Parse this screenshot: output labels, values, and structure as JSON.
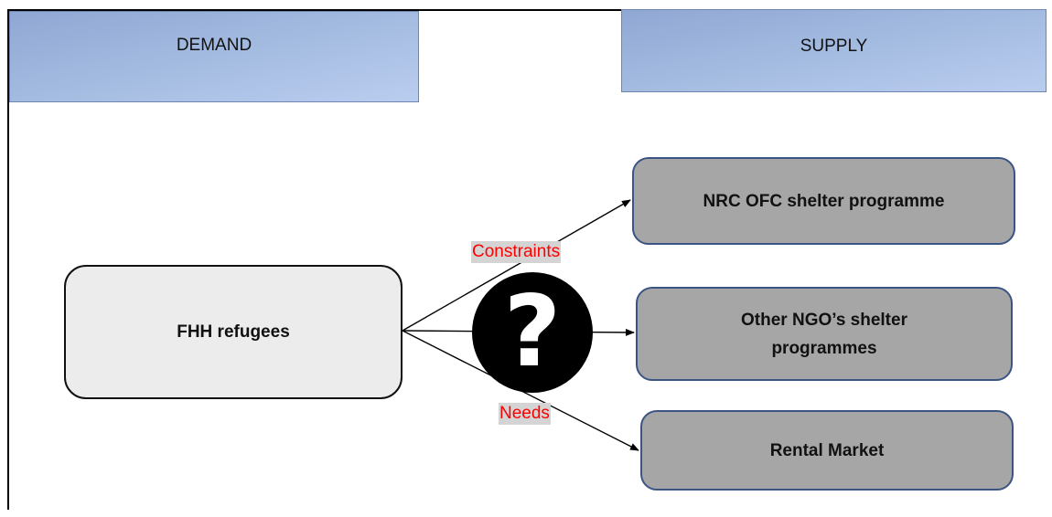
{
  "headers": {
    "demand": "DEMAND",
    "supply": "SUPPLY"
  },
  "demand_node": {
    "label": "FHH refugees"
  },
  "supply_nodes": [
    {
      "label": "NRC OFC shelter programme"
    },
    {
      "label": "Other NGO’s shelter programmes"
    },
    {
      "label": "Rental Market"
    }
  ],
  "edge_labels": {
    "constraints": "Constraints",
    "needs": "Needs"
  },
  "center_symbol": {
    "icon": "question-mark-icon",
    "glyph": "?"
  },
  "colors": {
    "header_fill": "#a6bde2",
    "supply_box_fill": "#a6a6a6",
    "supply_box_border": "#3b5484",
    "demand_box_fill": "#ececec",
    "edge_label_text": "#ff0000",
    "edge_label_bg": "#d4d4d4"
  }
}
